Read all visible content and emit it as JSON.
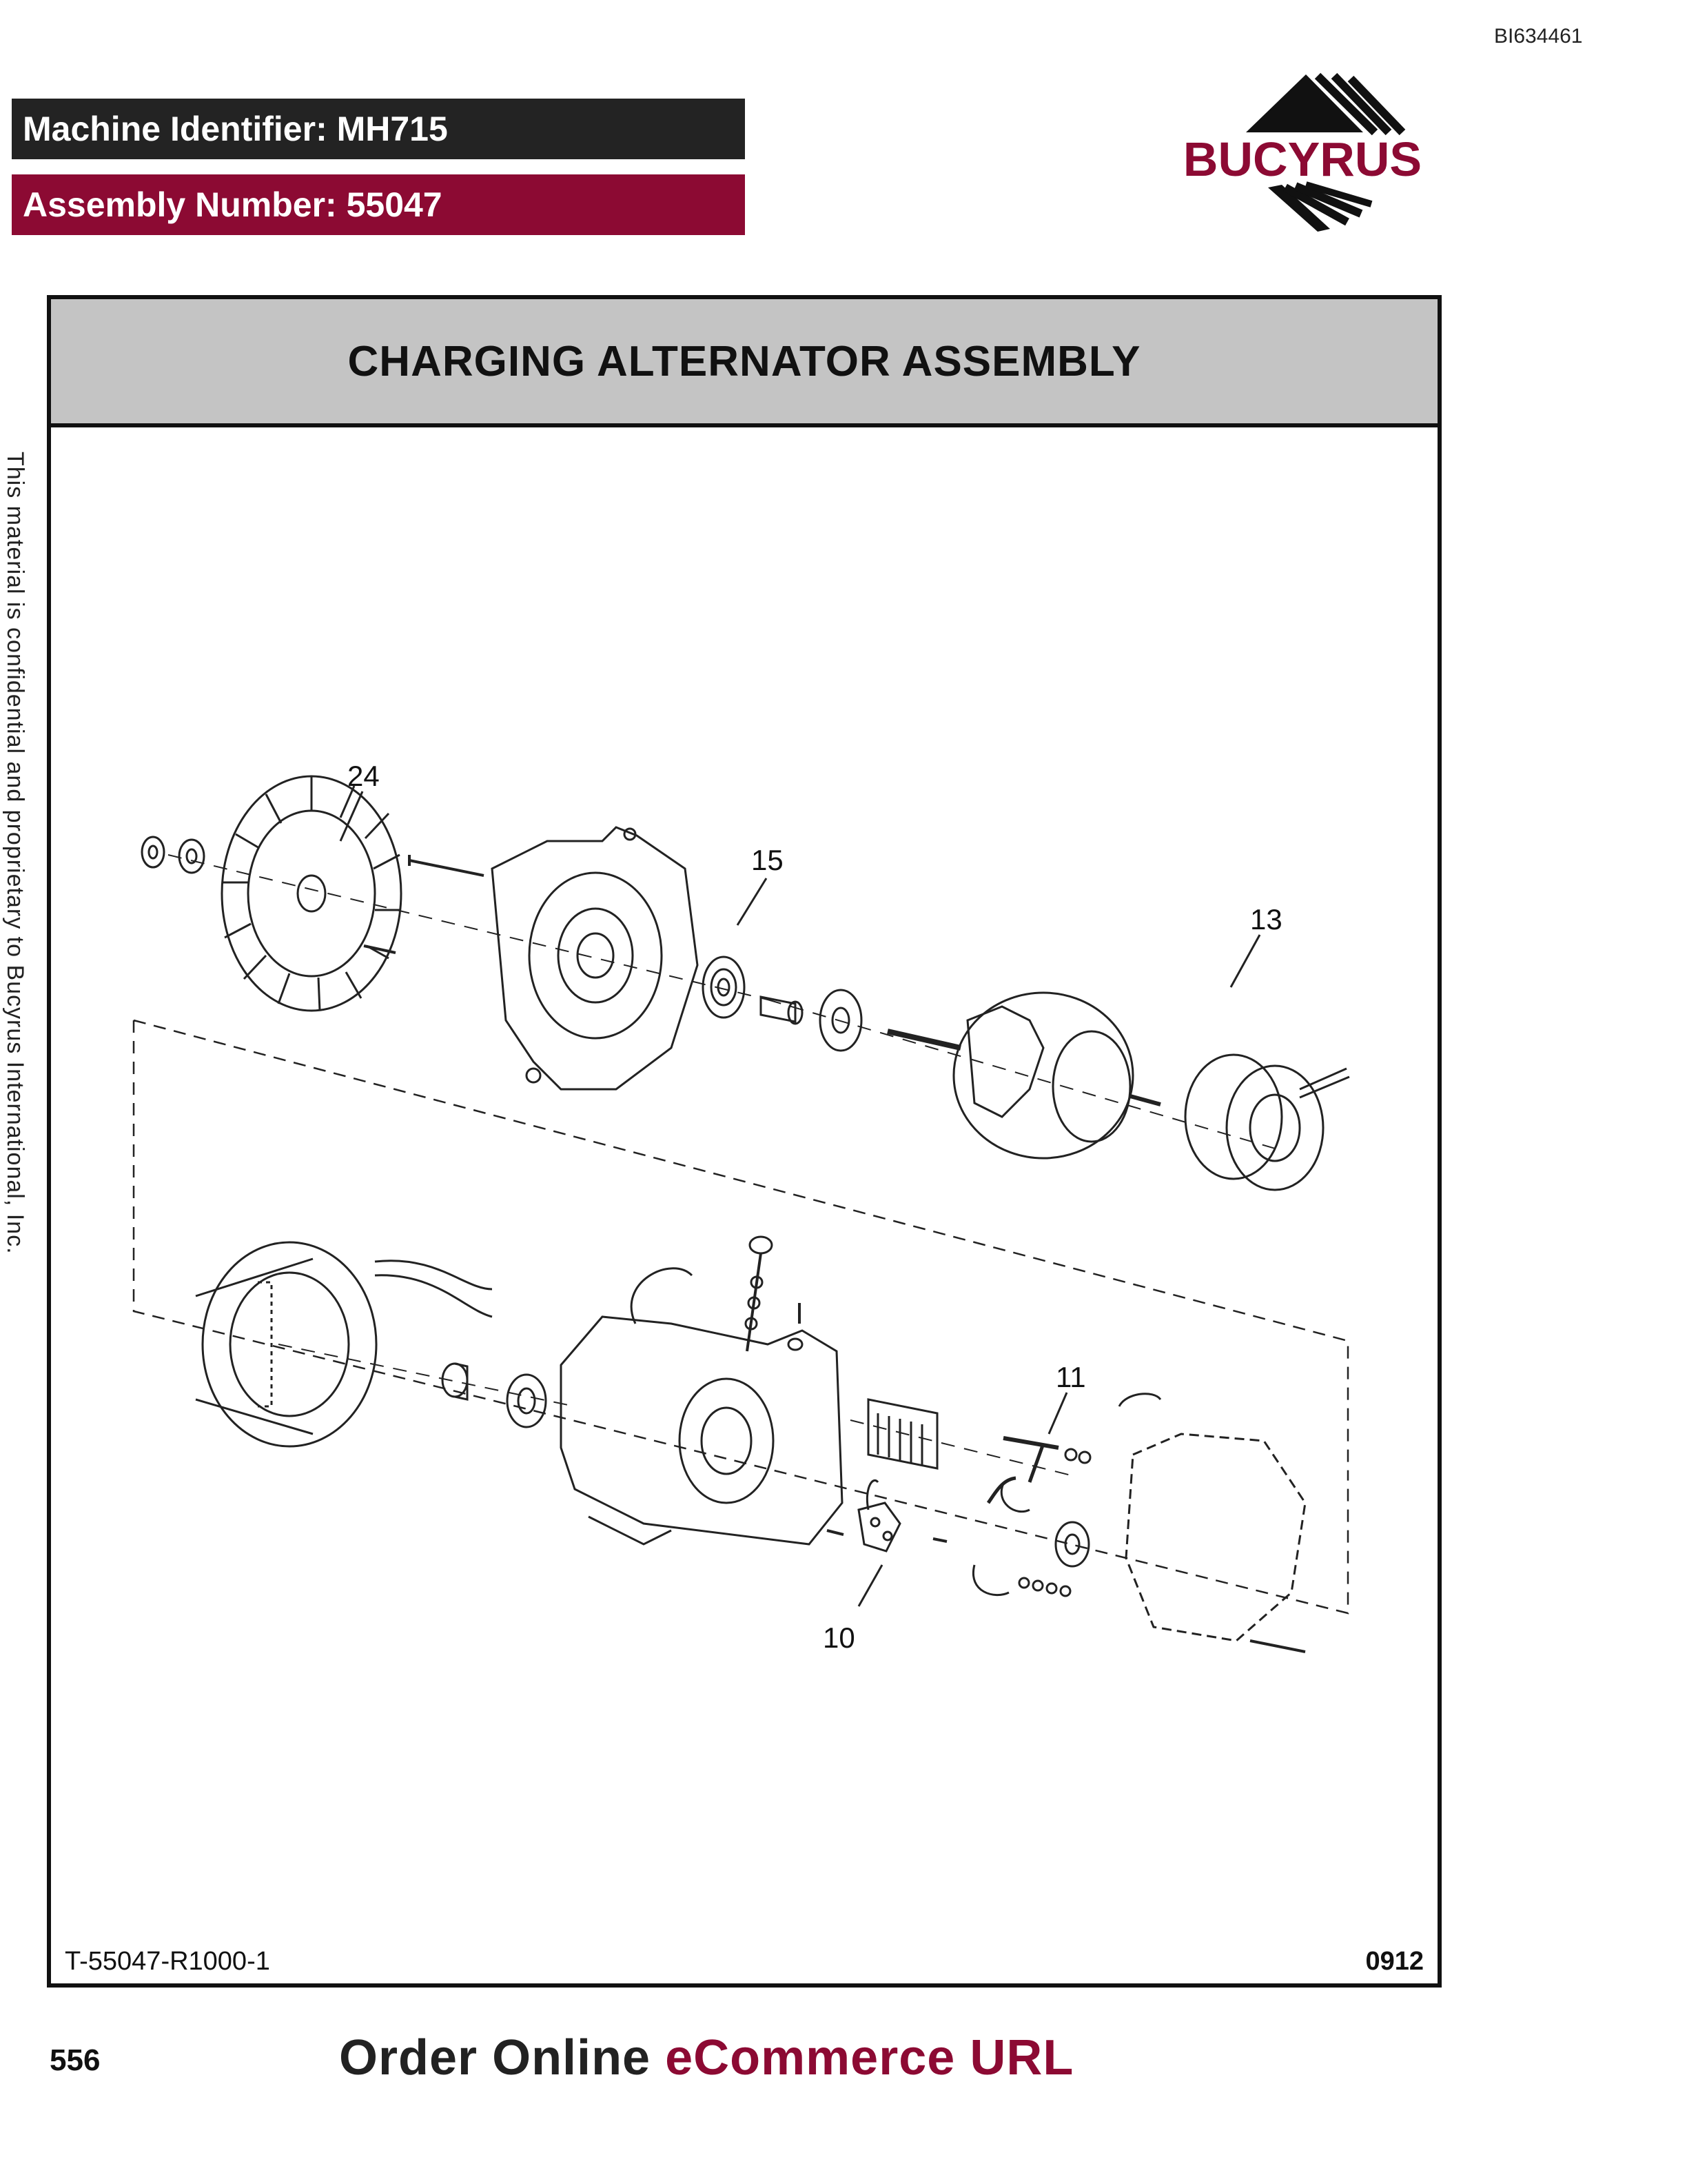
{
  "doc_id": "BI634461",
  "header": {
    "machine_identifier": "Machine Identifier: MH715",
    "assembly_number": "Assembly Number: 55047"
  },
  "logo": {
    "text": "BUCYRUS",
    "brand_color": "#8c0a33"
  },
  "diagram": {
    "title": "CHARGING ALTERNATOR ASSEMBLY",
    "callouts": [
      "24",
      "15",
      "13",
      "11",
      "10"
    ],
    "reference_code": "T-55047-R1000-1",
    "revision": "0912"
  },
  "side_note": "This material is confidential and proprietary to Bucyrus International, Inc.",
  "footer": {
    "page_number": "556",
    "order_part1": "Order Online",
    "order_part2": "eCommerce URL"
  }
}
